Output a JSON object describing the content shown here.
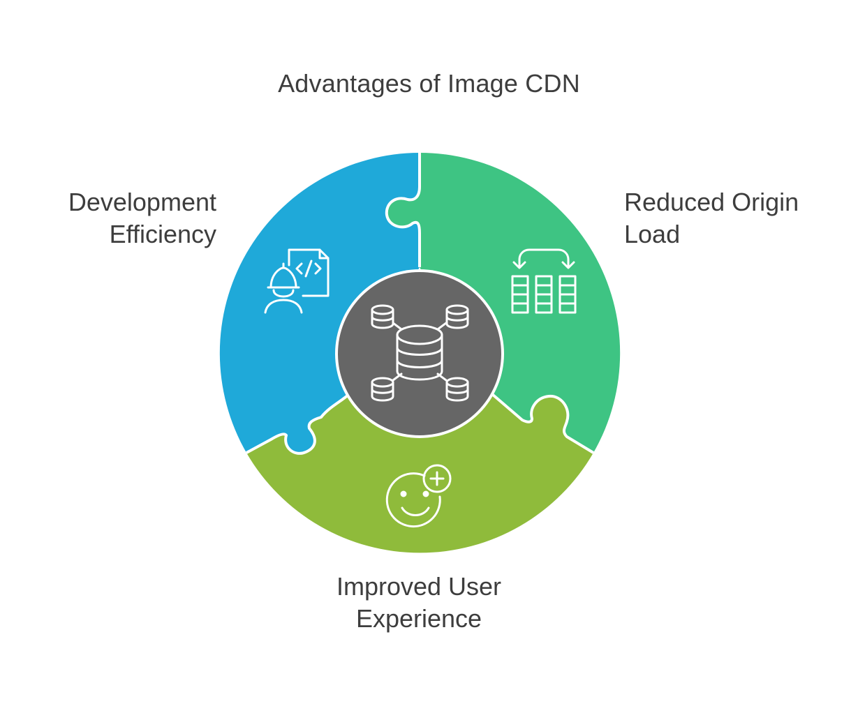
{
  "title": "Advantages of Image CDN",
  "segments": [
    {
      "id": "development-efficiency",
      "label_lines": [
        "Development",
        "Efficiency"
      ],
      "color": "#1fa9d9",
      "icon": "developer-code-icon"
    },
    {
      "id": "reduced-origin-load",
      "label_lines": [
        "Reduced Origin",
        "Load"
      ],
      "color": "#3ec483",
      "icon": "data-transfer-columns-icon"
    },
    {
      "id": "improved-user-experience",
      "label_lines": [
        "Improved User",
        "Experience"
      ],
      "color": "#8fbb3b",
      "icon": "smiley-plus-icon"
    }
  ],
  "center": {
    "color": "#666666",
    "icon": "distributed-database-icon"
  }
}
